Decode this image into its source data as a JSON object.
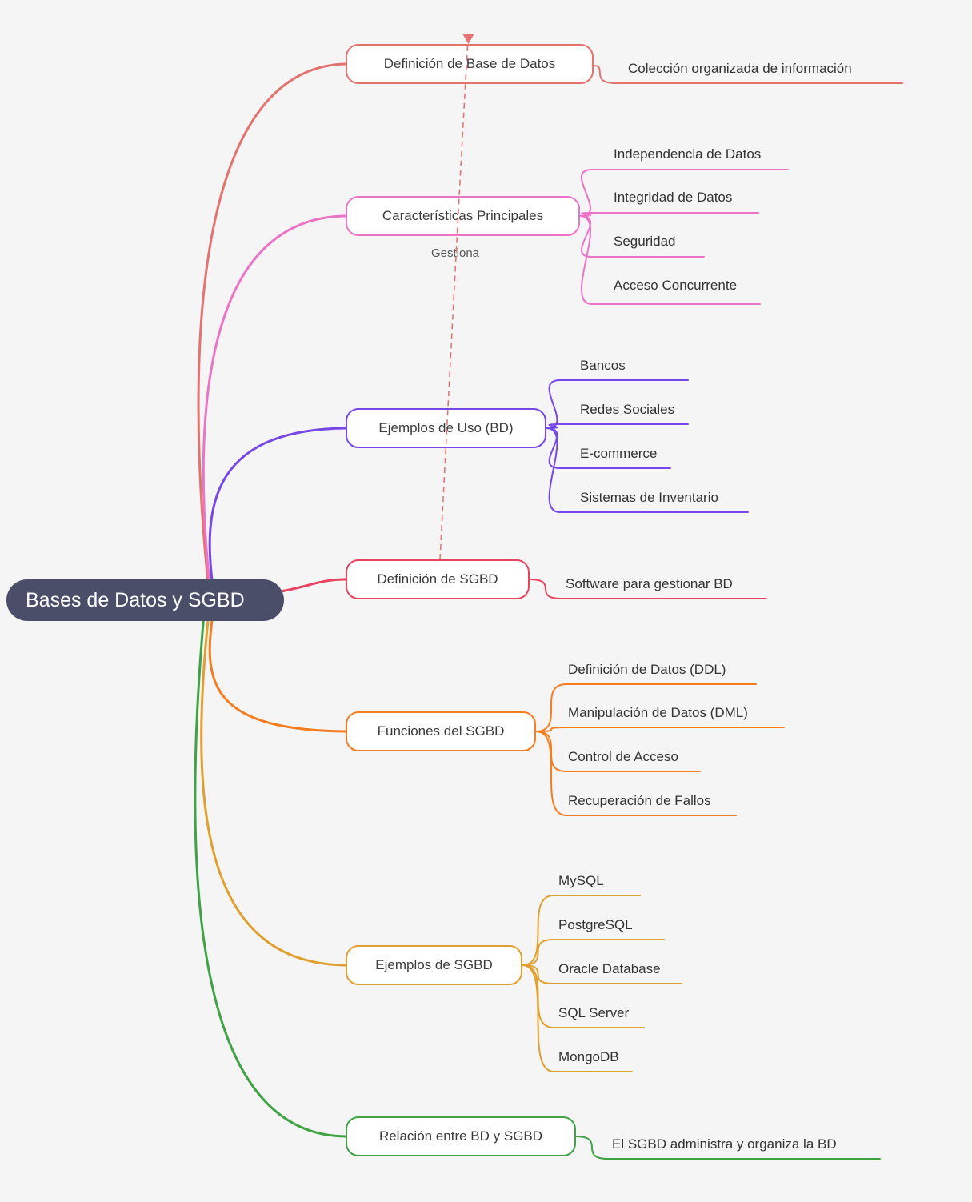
{
  "canvas": {
    "background": "#f5f5f5"
  },
  "root": {
    "label": "Bases de Datos y SGBD",
    "bg": "#4a4e69",
    "text_color": "#ffffff"
  },
  "association": {
    "label": "Gestiona",
    "color": "#e57373"
  },
  "branches": [
    {
      "label": "Definición de Base de Datos",
      "color": "#e2736e",
      "leaves": [
        "Colección organizada de información"
      ]
    },
    {
      "label": "Características Principales",
      "color": "#ec74c6",
      "leaves": [
        "Independencia de Datos",
        "Integridad de Datos",
        "Seguridad",
        "Acceso Concurrente"
      ]
    },
    {
      "label": "Ejemplos de Uso (BD)",
      "color": "#7748e8",
      "leaves": [
        "Bancos",
        "Redes Sociales",
        "E-commerce",
        "Sistemas de Inventario"
      ]
    },
    {
      "label": "Definición de SGBD",
      "color": "#e8445f",
      "leaves": [
        "Software para gestionar BD"
      ]
    },
    {
      "label": "Funciones del SGBD",
      "color": "#f57d1f",
      "leaves": [
        "Definición de Datos (DDL)",
        "Manipulación de Datos (DML)",
        "Control de Acceso",
        "Recuperación de Fallos"
      ]
    },
    {
      "label": "Ejemplos de SGBD",
      "color": "#e0a030",
      "leaves": [
        "MySQL",
        "PostgreSQL",
        "Oracle Database",
        "SQL Server",
        "MongoDB"
      ]
    },
    {
      "label": "Relación entre BD y SGBD",
      "color": "#3fa244",
      "leaves": [
        "El SGBD administra y organiza la BD"
      ]
    }
  ]
}
